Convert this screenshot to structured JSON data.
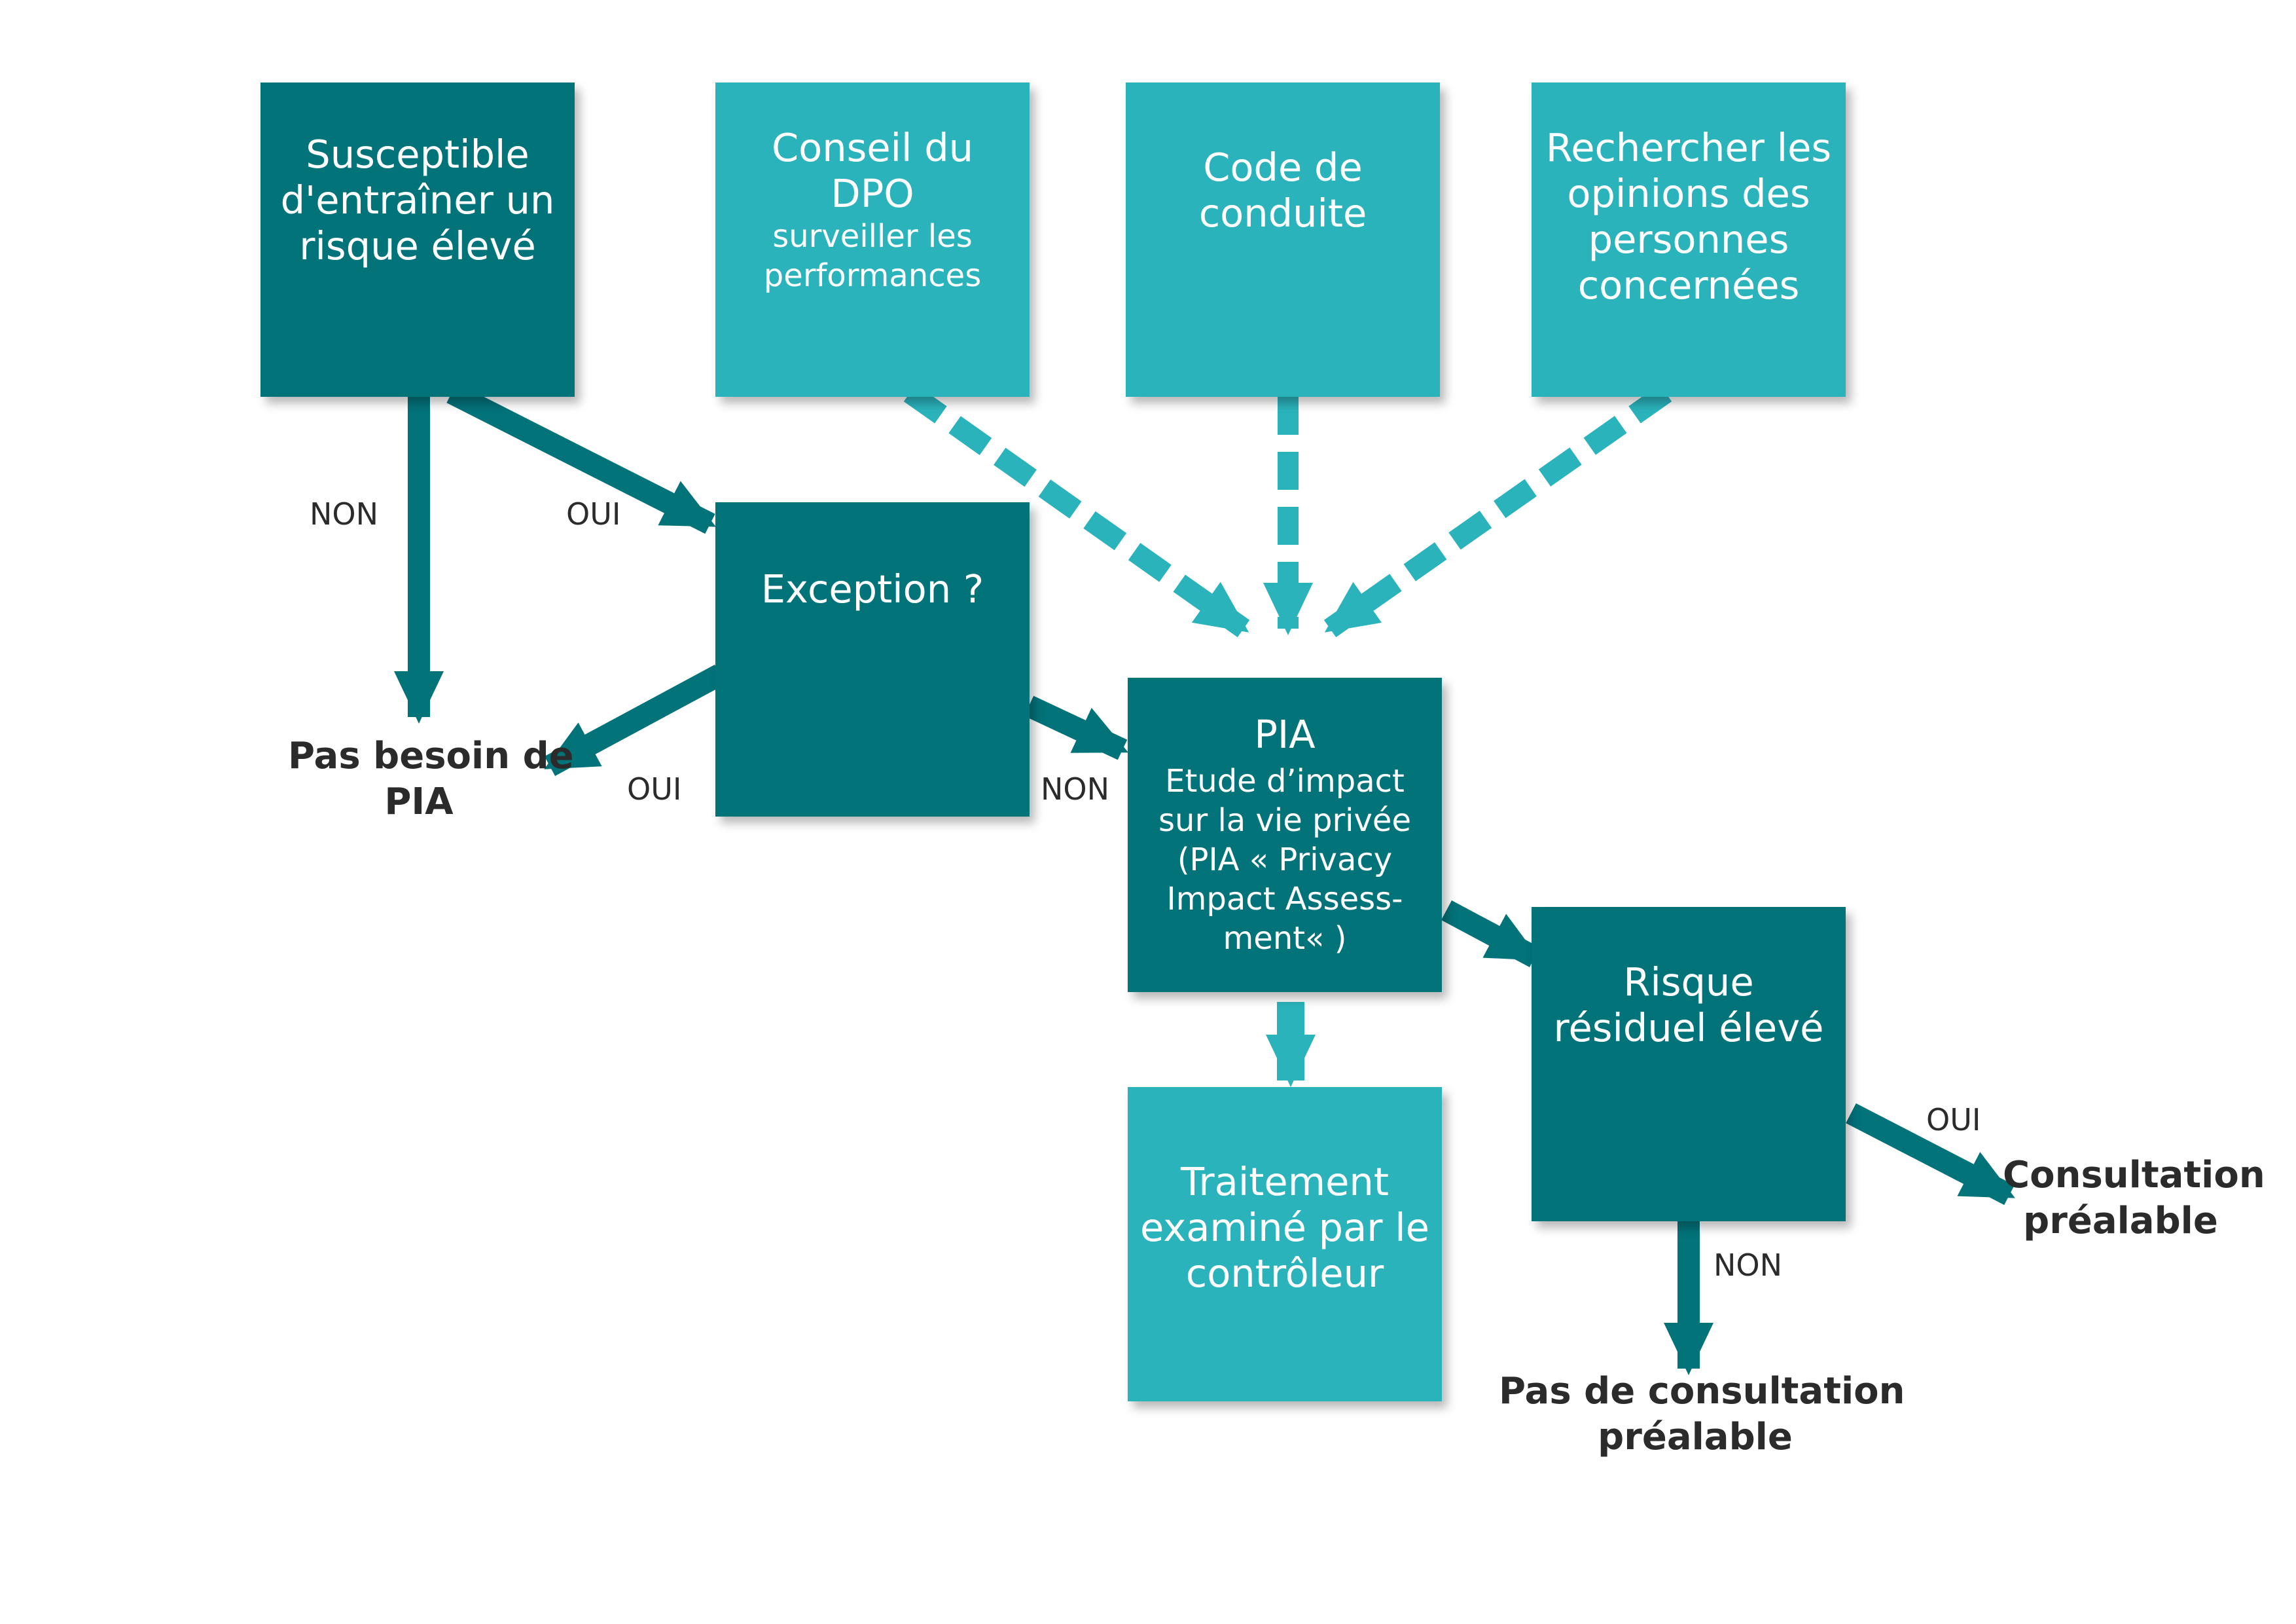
{
  "colors": {
    "dark": "#03737a",
    "light": "#2ab3bb",
    "text": "#2b2b2b"
  },
  "boxes": {
    "risk": {
      "lines": [
        "Susceptible",
        "d'entraîner un",
        "risque élevé"
      ]
    },
    "dpo": {
      "title_lines": [
        "Conseil du",
        "DPO"
      ],
      "sub_lines": [
        "surveiller les",
        "performances"
      ]
    },
    "code": {
      "lines": [
        "Code de",
        "conduite"
      ]
    },
    "opinions": {
      "lines": [
        "Rechercher les",
        "opinions des",
        "personnes",
        "concernées"
      ]
    },
    "exception": {
      "lines": [
        "Exception ?"
      ]
    },
    "pia": {
      "title": "PIA",
      "sub_lines": [
        "Etude d’impact",
        "sur la vie privée",
        "(PIA « Privacy",
        "Impact Assess-",
        "ment« )"
      ]
    },
    "residual": {
      "lines": [
        "Risque",
        "résiduel élevé"
      ]
    },
    "treatment": {
      "lines": [
        "Traitement",
        "examiné par le",
        "contrôleur"
      ]
    }
  },
  "edge_labels": {
    "risk_non": "NON",
    "risk_oui": "OUI",
    "exception_oui": "OUI",
    "exception_non": "NON",
    "residual_oui": "OUI",
    "residual_non": "NON"
  },
  "outcomes": {
    "no_pia": [
      "Pas besoin de",
      "PIA"
    ],
    "consultation": [
      "Consultation",
      "préalable"
    ],
    "no_consultation": [
      "Pas de consultation",
      "préalable"
    ]
  }
}
